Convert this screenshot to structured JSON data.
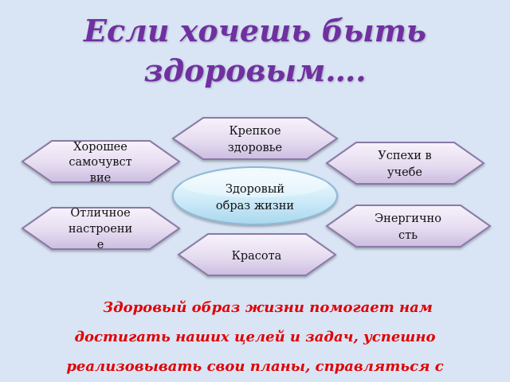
{
  "title": {
    "line1": "Если хочешь быть",
    "line2": "здоровым…."
  },
  "center": {
    "lines": [
      "Здоровый",
      "образ жизни"
    ]
  },
  "nodes": [
    {
      "id": "strong-health",
      "lines": [
        "Крепкое",
        "здоровье"
      ]
    },
    {
      "id": "good-feeling",
      "lines": [
        "Хорошее",
        "самочувст",
        "вие"
      ]
    },
    {
      "id": "study-success",
      "lines": [
        "Успехи в",
        "учебе"
      ]
    },
    {
      "id": "great-mood",
      "lines": [
        "Отличное",
        "настроени",
        "е"
      ]
    },
    {
      "id": "energy",
      "lines": [
        "Энергично",
        "сть"
      ]
    },
    {
      "id": "beauty",
      "lines": [
        "Красота"
      ]
    }
  ],
  "body": {
    "line1": "Здоровый образ жизни помогает нам",
    "line2": "достигать наших целей и задач, успешно",
    "line3": "реализовывать свои планы, справляться с"
  },
  "colors": {
    "background": "#d9e4f5",
    "title": "#7030a0",
    "body_text": "#e00000",
    "hex_fill_top": "#f7f2fb",
    "hex_fill_bottom": "#cbbde0",
    "hex_stroke": "#8a7aa6",
    "center_fill_top": "#f4fbff",
    "center_fill_bottom": "#a9d7ee"
  }
}
